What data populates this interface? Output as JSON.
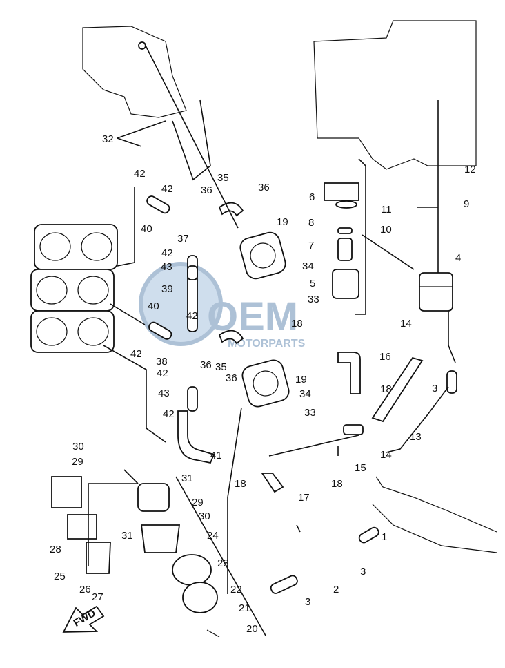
{
  "watermark": {
    "main": "OEM",
    "sub": "MOTORPARTS",
    "color": "#6b8fb5"
  },
  "forward_label": "FWD",
  "callouts": [
    {
      "id": "c1",
      "text": "1"
    },
    {
      "id": "c2",
      "text": "2"
    },
    {
      "id": "c3a",
      "text": "3"
    },
    {
      "id": "c3b",
      "text": "3"
    },
    {
      "id": "c3c",
      "text": "3"
    },
    {
      "id": "c4",
      "text": "4"
    },
    {
      "id": "c5",
      "text": "5"
    },
    {
      "id": "c6",
      "text": "6"
    },
    {
      "id": "c7",
      "text": "7"
    },
    {
      "id": "c8",
      "text": "8"
    },
    {
      "id": "c9",
      "text": "9"
    },
    {
      "id": "c10",
      "text": "10"
    },
    {
      "id": "c11",
      "text": "11"
    },
    {
      "id": "c12",
      "text": "12"
    },
    {
      "id": "c13",
      "text": "13"
    },
    {
      "id": "c14a",
      "text": "14"
    },
    {
      "id": "c14b",
      "text": "14"
    },
    {
      "id": "c15",
      "text": "15"
    },
    {
      "id": "c16",
      "text": "16"
    },
    {
      "id": "c17",
      "text": "17"
    },
    {
      "id": "c18a",
      "text": "18"
    },
    {
      "id": "c18b",
      "text": "18"
    },
    {
      "id": "c18c",
      "text": "18"
    },
    {
      "id": "c18d",
      "text": "18"
    },
    {
      "id": "c19a",
      "text": "19"
    },
    {
      "id": "c19b",
      "text": "19"
    },
    {
      "id": "c20",
      "text": "20"
    },
    {
      "id": "c21",
      "text": "21"
    },
    {
      "id": "c22",
      "text": "22"
    },
    {
      "id": "c23",
      "text": "23"
    },
    {
      "id": "c24",
      "text": "24"
    },
    {
      "id": "c25",
      "text": "25"
    },
    {
      "id": "c26",
      "text": "26"
    },
    {
      "id": "c27",
      "text": "27"
    },
    {
      "id": "c28",
      "text": "28"
    },
    {
      "id": "c29a",
      "text": "29"
    },
    {
      "id": "c29b",
      "text": "29"
    },
    {
      "id": "c30a",
      "text": "30"
    },
    {
      "id": "c30b",
      "text": "30"
    },
    {
      "id": "c31a",
      "text": "31"
    },
    {
      "id": "c31b",
      "text": "31"
    },
    {
      "id": "c32",
      "text": "32"
    },
    {
      "id": "c33a",
      "text": "33"
    },
    {
      "id": "c33b",
      "text": "33"
    },
    {
      "id": "c34a",
      "text": "34"
    },
    {
      "id": "c34b",
      "text": "34"
    },
    {
      "id": "c35a",
      "text": "35"
    },
    {
      "id": "c35b",
      "text": "35"
    },
    {
      "id": "c36a",
      "text": "36"
    },
    {
      "id": "c36b",
      "text": "36"
    },
    {
      "id": "c36c",
      "text": "36"
    },
    {
      "id": "c36d",
      "text": "36"
    },
    {
      "id": "c37",
      "text": "37"
    },
    {
      "id": "c38",
      "text": "38"
    },
    {
      "id": "c39",
      "text": "39"
    },
    {
      "id": "c40a",
      "text": "40"
    },
    {
      "id": "c40b",
      "text": "40"
    },
    {
      "id": "c41",
      "text": "41"
    },
    {
      "id": "c42a",
      "text": "42"
    },
    {
      "id": "c42b",
      "text": "42"
    },
    {
      "id": "c42c",
      "text": "42"
    },
    {
      "id": "c42d",
      "text": "42"
    },
    {
      "id": "c42e",
      "text": "42"
    },
    {
      "id": "c42f",
      "text": "42"
    },
    {
      "id": "c42g",
      "text": "42"
    },
    {
      "id": "c43a",
      "text": "43"
    },
    {
      "id": "c43b",
      "text": "43"
    }
  ]
}
